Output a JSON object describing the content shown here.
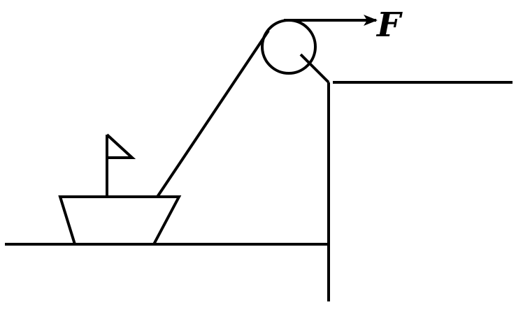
{
  "diagram": {
    "force_label": "F",
    "colors": {
      "line": "#000000",
      "background": "#ffffff"
    },
    "components": [
      "water-surface",
      "bank-wall",
      "bank-top",
      "boat-hull",
      "flag",
      "rope",
      "pulley",
      "pulley-support",
      "force-arrow"
    ]
  }
}
